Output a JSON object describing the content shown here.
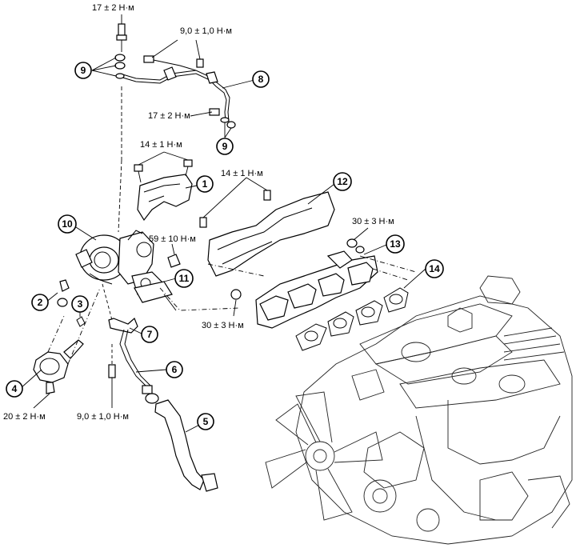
{
  "torque_labels": {
    "t1": "17 ± 2 Н·м",
    "t2": "9,0 ± 1,0 Н·м",
    "t3": "17 ± 2 Н·м",
    "t4": "14 ± 1 Н·м",
    "t5": "14 ± 1 Н·м",
    "t6": "59 ± 10 Н·м",
    "t7": "30 ± 3 Н·м",
    "t8": "30 ± 3 Н·м",
    "t9": "9,0 ± 1,0 Н·м",
    "t10": "20 ± 2 Н·м"
  },
  "callouts": {
    "c1": "1",
    "c2": "2",
    "c3": "3",
    "c4": "4",
    "c5": "5",
    "c6": "6",
    "c7": "7",
    "c8": "8",
    "c9a": "9",
    "c9b": "9",
    "c10": "10",
    "c11": "11",
    "c12": "12",
    "c13": "13",
    "c14": "14"
  }
}
